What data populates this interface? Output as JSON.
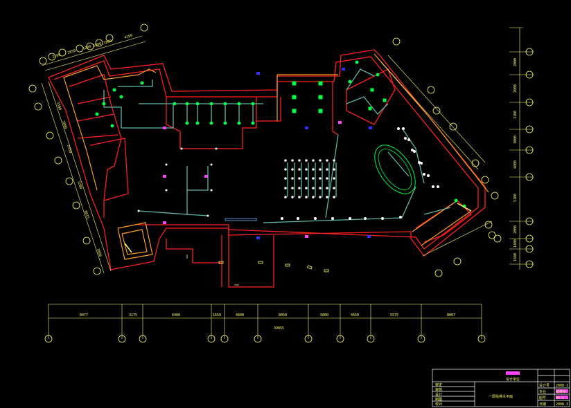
{
  "colors": {
    "background": "#000000",
    "wall": "#ff2020",
    "corridor": "#ffa020",
    "dimension": "#ffff66",
    "pipe": "#5fb8a8",
    "device": "#00ff40",
    "marker": "#3030ff",
    "accent": "#ff40ff",
    "frame": "#ffffff"
  },
  "bottom_axis": {
    "total_label": "39855",
    "segments": [
      "8477",
      "3175",
      "6400",
      "1650",
      "4800",
      "8050",
      "5800",
      "4650",
      "5575",
      "8007"
    ]
  },
  "top_dims": [
    "2100",
    "2850",
    "1200",
    "1800",
    "1800",
    "4100"
  ],
  "right_dims": [
    "2000",
    "2000",
    "3100",
    "3000",
    "4800",
    "5100",
    "2000",
    "1400",
    "1600"
  ],
  "left_dims": [
    "1500",
    "1800",
    "2450",
    "1200",
    "6015",
    "3000"
  ],
  "title_block": {
    "label_design": "设计单位",
    "drawing_title": "一层给排水平面",
    "rows": [
      "审定",
      "审核",
      "设计",
      "制图",
      "校对"
    ],
    "right_rows": [
      "设计号",
      "专业",
      "图号",
      "日期"
    ],
    "right_values": [
      "2008-1",
      "给排水",
      "04-1",
      "2008.3"
    ]
  }
}
